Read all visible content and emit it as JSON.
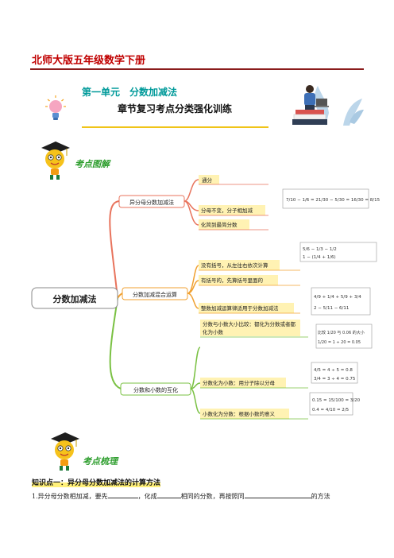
{
  "header": {
    "title": "北师大版五年级数学下册"
  },
  "unit": {
    "label": "第一单元",
    "topic": "分数加减法"
  },
  "subtitle": "章节复习考点分类强化训练",
  "sections": {
    "map_tag": "考点图解",
    "summary_tag": "考点梳理"
  },
  "mindmap": {
    "root": "分数加减法",
    "branches": [
      {
        "label": "异分母分数加减法",
        "color": "#e8735c",
        "leaves": [
          "通分",
          "分母不变，分子相加减",
          "化简到最简分数"
        ]
      },
      {
        "label": "分数加减混合运算",
        "color": "#f0a030",
        "leaves": [
          "没有括号，从左往右依次计算",
          "有括号的，先算括号里面的",
          "整数加减运算律适用于分数加减法"
        ]
      },
      {
        "label": "分数和小数的互化",
        "color": "#7ac143",
        "leaves": [
          "分数与小数大小比较：都化为分数或者都化为小数",
          "分数化为小数：用分子除以分母",
          "小数化为分数：根据小数的意义"
        ]
      }
    ],
    "examples": {
      "e1": "7/10 − 1/6 = 21/30 − 5/30 = 16/30 = 8/15",
      "e2a": "5/6 − 1/3 − 1/2",
      "e2b": "1 − (1/4 + 1/6)",
      "e3a": "4/9 + 1/4 + 5/9 + 3/4",
      "e3b": "2 − 5/11 − 6/11",
      "e4a": "比较 1/20 与 0.06 的大小",
      "e4b": "1/20 = 1 ÷ 20 = 0.05",
      "e5a": "4/5 = 4 ÷ 5 = 0.8",
      "e5b": "3/4 = 3 ÷ 4 = 0.75",
      "e6a": "0.15 = 15/100 = 3/20",
      "e6b": "0.4 = 4/10 = 2/5"
    }
  },
  "knowledge": {
    "title": "知识点一：异分母分数加减法的计算方法",
    "q1_a": "1.异分母分数相加减，要先",
    "q1_b": "，化成",
    "q1_c": "相同的分数，再按照同",
    "q1_d": "的方法"
  }
}
